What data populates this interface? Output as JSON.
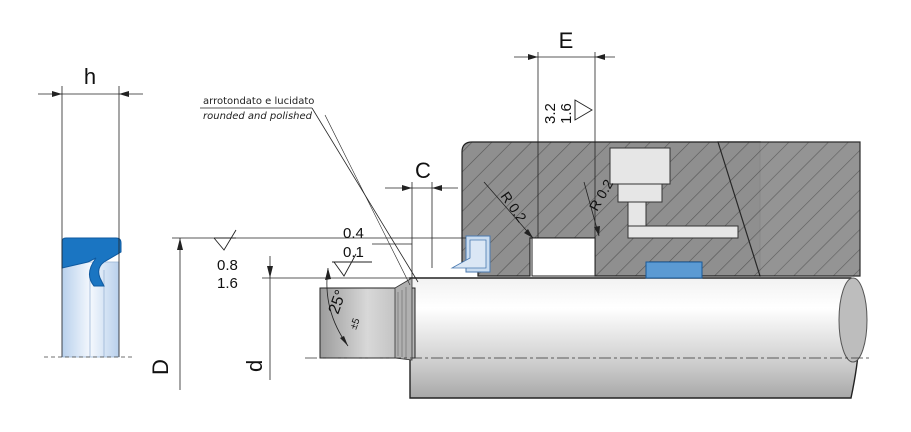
{
  "labels": {
    "h": "h",
    "E": "E",
    "C": "C",
    "D": "D",
    "d": "d",
    "note_it": "arrotondato e lucidato",
    "note_en": "rounded and polished",
    "rough_top_a": "3.2",
    "rough_top_b": "1.6",
    "rough_bore_a": "0.8",
    "rough_bore_b": "1.6",
    "rough_rod_a": "0.4",
    "rough_rod_b": "0.1",
    "radius_left": "R 0.2",
    "radius_right": "R 0.2",
    "chamfer_angle": "25°",
    "chamfer_tol": "±5"
  },
  "colors": {
    "seal_blue": "#1a75c2",
    "seal_light": "#c9dcf0",
    "housing": "#8f8f8f",
    "hatch": "#555555",
    "rod": "#cfcfcf",
    "line": "#222222"
  }
}
